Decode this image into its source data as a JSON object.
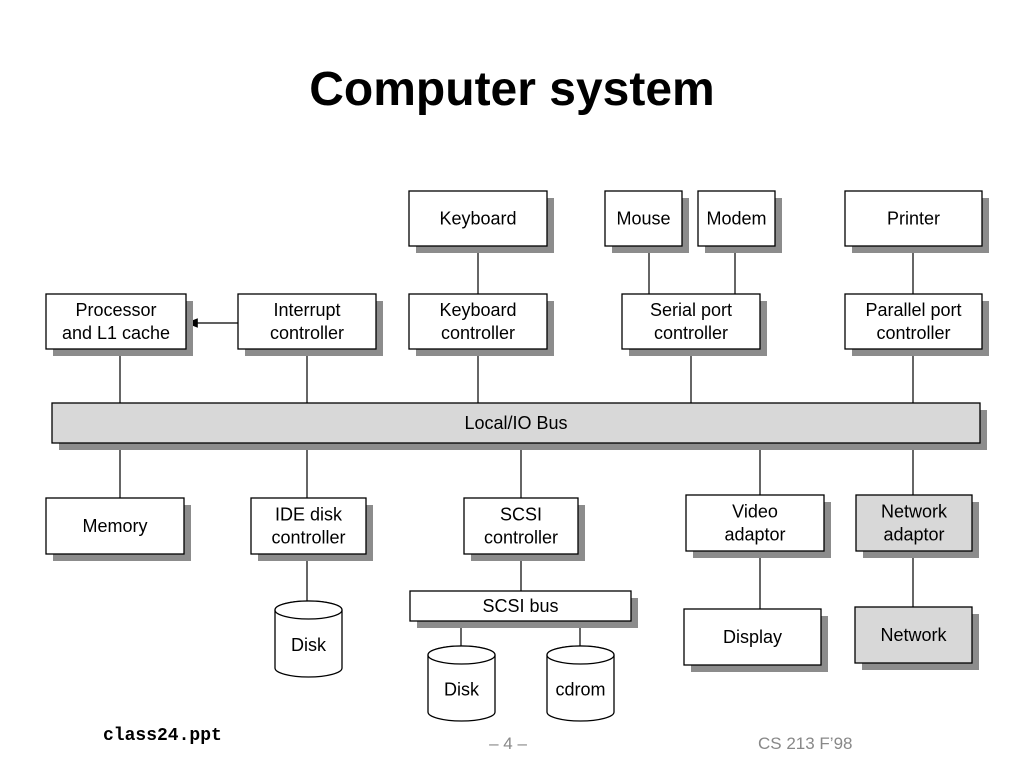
{
  "title": "Computer system",
  "nodes": {
    "keyboard": {
      "lines": [
        "Keyboard"
      ]
    },
    "mouse": {
      "lines": [
        "Mouse"
      ]
    },
    "modem": {
      "lines": [
        "Modem"
      ]
    },
    "printer": {
      "lines": [
        "Printer"
      ]
    },
    "processor": {
      "lines": [
        "Processor",
        "and L1 cache"
      ]
    },
    "interrupt_controller": {
      "lines": [
        "Interrupt",
        "controller"
      ]
    },
    "keyboard_controller": {
      "lines": [
        "Keyboard",
        "controller"
      ]
    },
    "serial_port_controller": {
      "lines": [
        "Serial port",
        "controller"
      ]
    },
    "parallel_port_controller": {
      "lines": [
        "Parallel port",
        "controller"
      ]
    },
    "local_io_bus": {
      "lines": [
        "Local/IO Bus"
      ]
    },
    "memory": {
      "lines": [
        "Memory"
      ]
    },
    "ide_disk_controller": {
      "lines": [
        "IDE disk",
        "controller"
      ]
    },
    "scsi_controller": {
      "lines": [
        "SCSI",
        "controller"
      ]
    },
    "video_adaptor": {
      "lines": [
        "Video",
        "adaptor"
      ]
    },
    "network_adaptor": {
      "lines": [
        "Network",
        "adaptor"
      ]
    },
    "scsi_bus": {
      "lines": [
        "SCSI bus"
      ]
    },
    "display": {
      "lines": [
        "Display"
      ]
    },
    "network": {
      "lines": [
        "Network"
      ]
    },
    "ide_disk": {
      "lines": [
        "Disk"
      ]
    },
    "scsi_disk": {
      "lines": [
        "Disk"
      ]
    },
    "cdrom": {
      "lines": [
        "cdrom"
      ]
    }
  },
  "colors": {
    "highlight_fill": "#d8d8d8",
    "shadow": "#8c8c8c",
    "footer_gray": "#888888"
  },
  "footer": {
    "filename": "class24.ppt",
    "page": "– 4 –",
    "course": "CS 213 F’98"
  }
}
